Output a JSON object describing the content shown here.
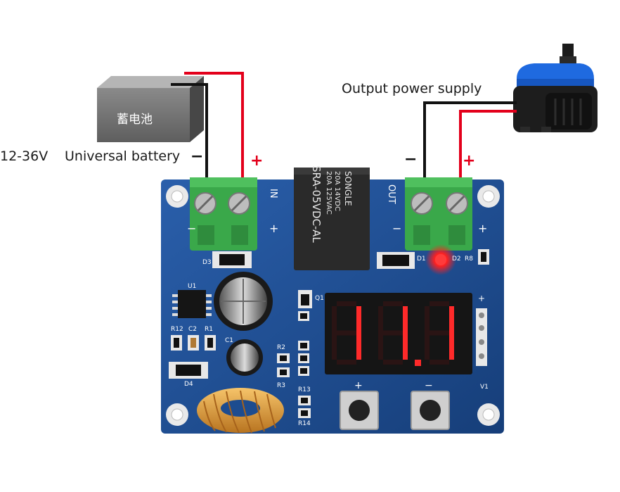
{
  "labels": {
    "voltage_range": "12-36V",
    "battery_label": "Universal battery",
    "battery_chinese": "蓄电池",
    "output_label": "Output power supply",
    "input_negative": "−",
    "input_positive": "+",
    "output_negative": "−",
    "output_positive": "+"
  },
  "display": {
    "digits": [
      "1",
      "1",
      ".",
      "1"
    ]
  },
  "relay": {
    "brand": "SONGLE",
    "model": "SRA-05VDC-AL",
    "rating_1": "20A 14VDC",
    "rating_2": "20A 125VAC"
  },
  "board": {
    "in_terminal": "IN",
    "out_terminal": "OUT",
    "components": {
      "d3": "D3",
      "u1": "U1",
      "r12": "R12",
      "c2": "C2",
      "r1": "R1",
      "c1": "C1",
      "d4": "D4",
      "r2": "R2",
      "r3": "R3",
      "r13": "R13",
      "r14": "R14",
      "q1": "Q1",
      "d1": "D1",
      "d2": "D2",
      "r8": "R8",
      "v1": "V1"
    }
  },
  "colors": {
    "board": "#1d4c8f",
    "terminal": "#3aa84a",
    "positive_wire": "#e3001b",
    "negative_wire": "#111111",
    "segment_on": "#ff2a2a",
    "relay": "#2a2a2a"
  }
}
